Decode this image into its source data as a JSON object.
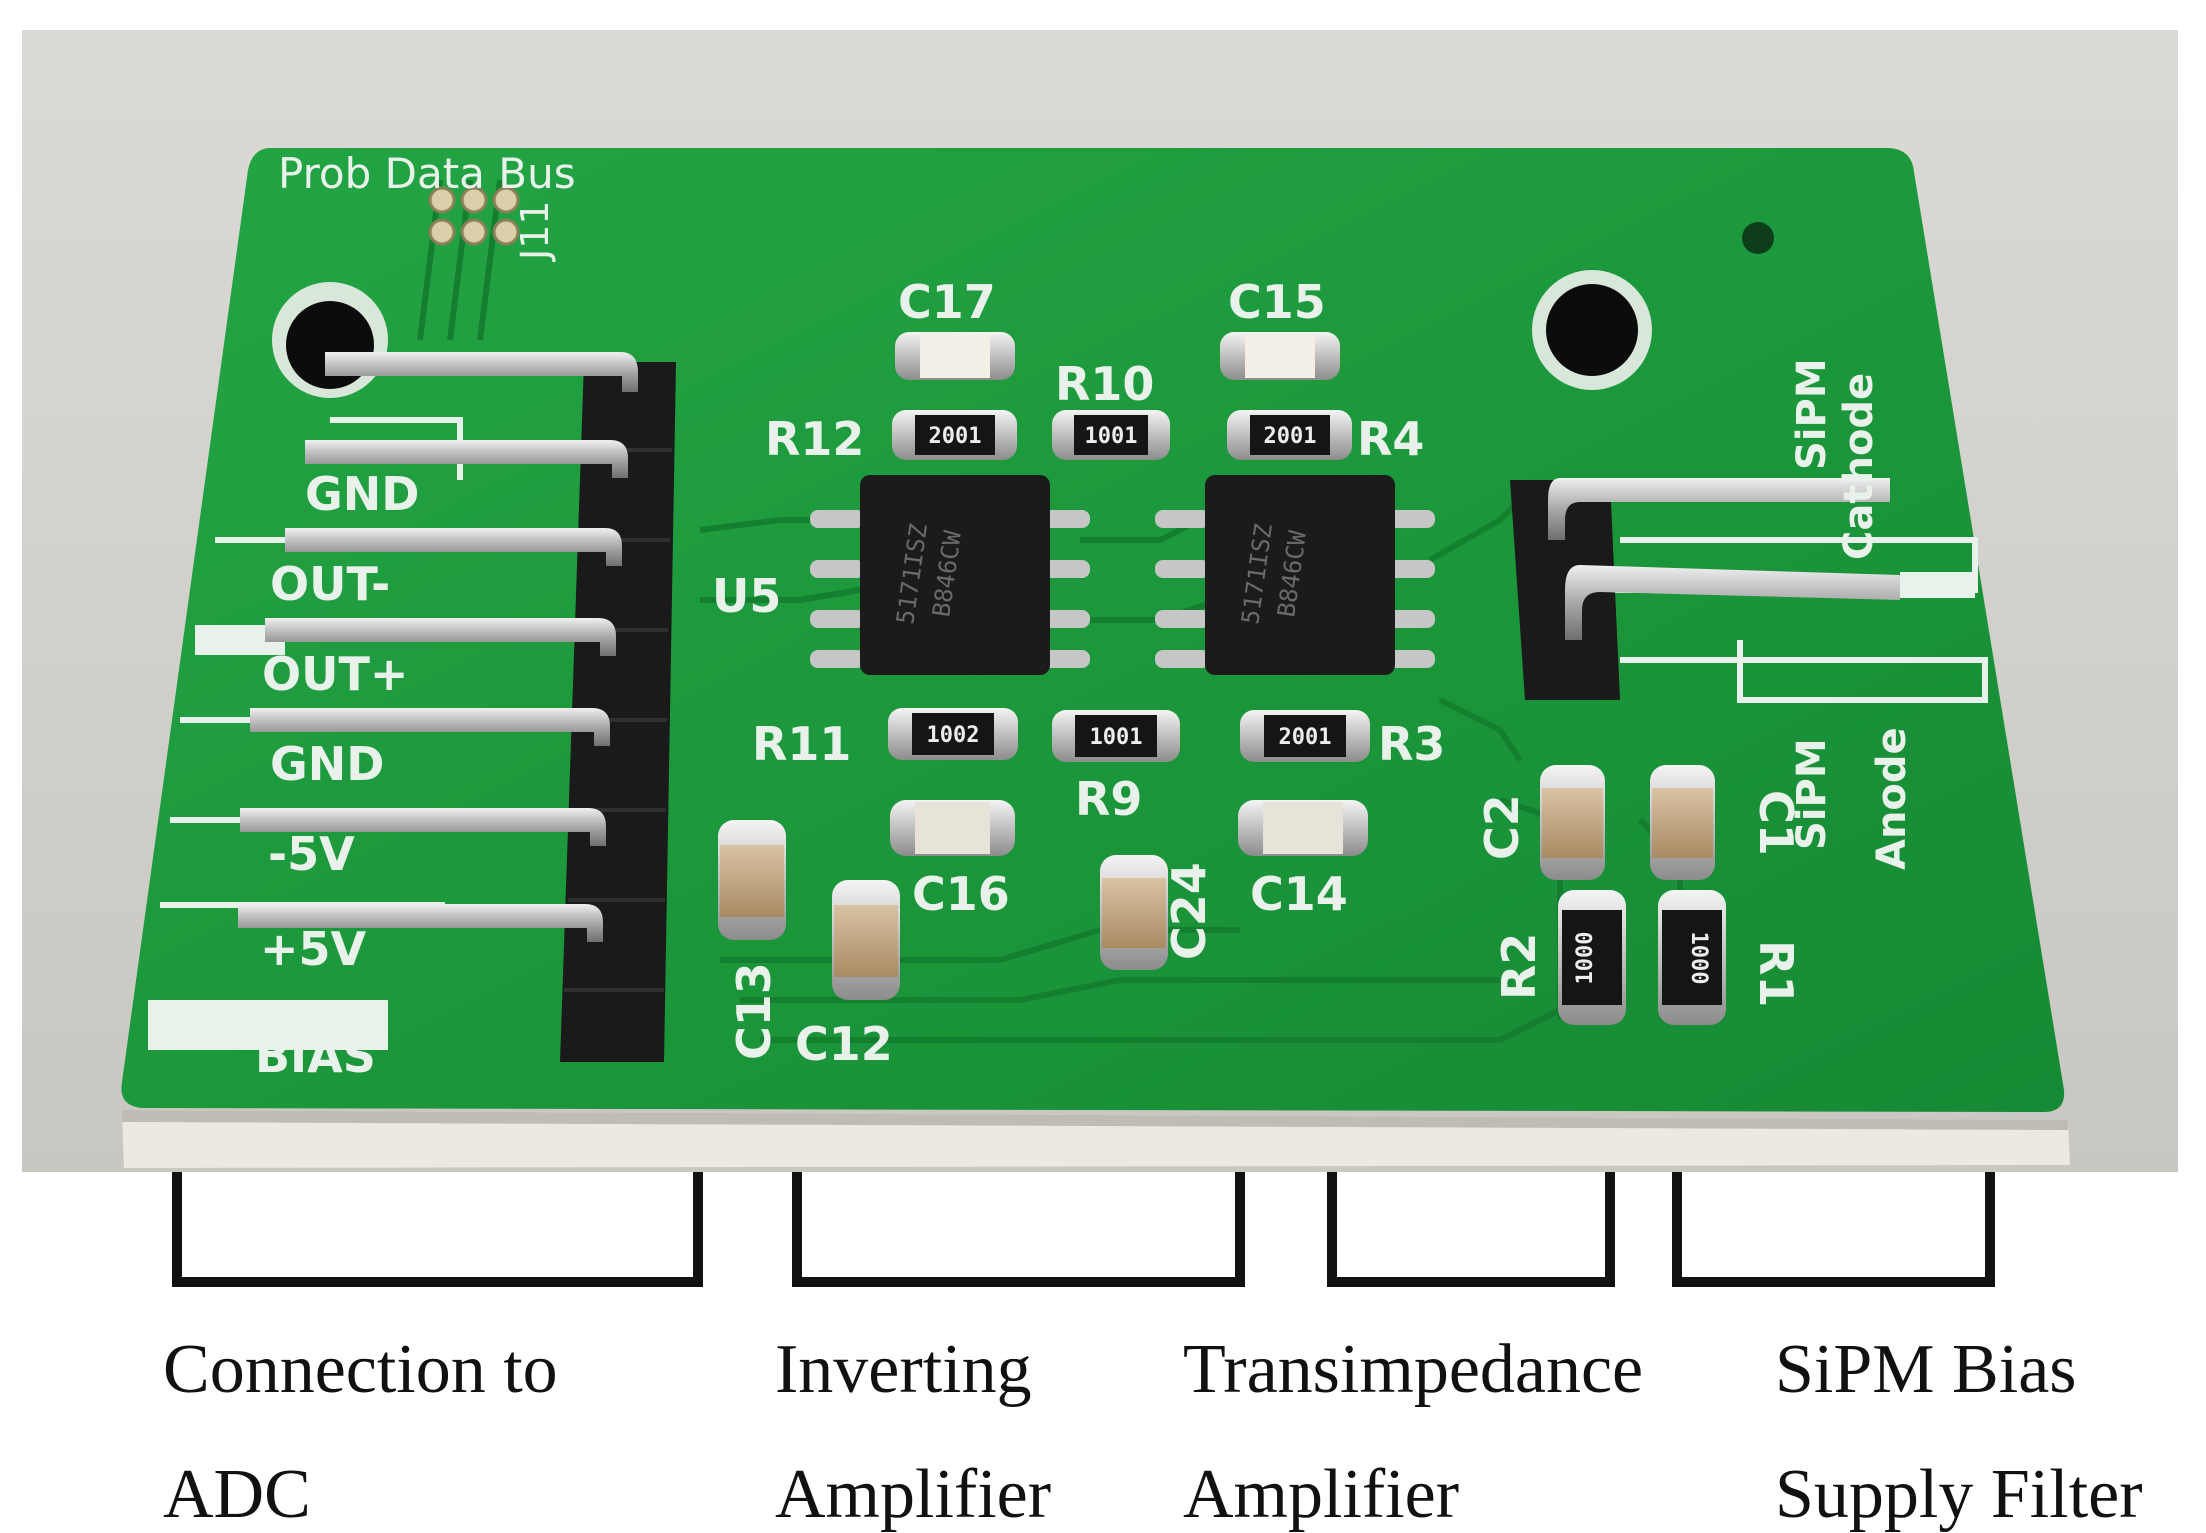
{
  "pcb": {
    "colors": {
      "board": "#1f9a3e",
      "board_dark": "#157a2e",
      "silkscreen": "#e9f2ea",
      "background": "#d8d6d1",
      "edge": "#e8e6e0",
      "chip": "#1b1b1b",
      "pin": "#c9c9c9"
    },
    "silkscreen_labels": {
      "header_title": "Prob Data Bus",
      "j11": "J11",
      "gnd1": "GND",
      "out_minus": "OUT-",
      "out_plus": "OUT+",
      "gnd2": "GND",
      "neg5v": "-5V",
      "pos5v": "+5V",
      "bias": "BIAS",
      "c17": "C17",
      "c15": "C15",
      "r10": "R10",
      "r12": "R12",
      "r4": "R4",
      "u5": "U5",
      "r11": "R11",
      "r9": "R9",
      "r3": "R3",
      "c16": "C16",
      "c24": "C24",
      "c14": "C14",
      "c13": "C13",
      "c12": "C12",
      "c2": "C2",
      "c1": "C1",
      "r2": "R2",
      "r1": "R1",
      "sipm_cathode_line1": "SiPM",
      "sipm_cathode_line2": "Cathode",
      "sipm_anode_line1": "SiPM",
      "sipm_anode_line2": "Anode"
    },
    "resistor_codes": {
      "r12": "2001",
      "r10": "1001",
      "r4": "2001",
      "r11": "1002",
      "r9": "1001",
      "r3": "2001",
      "r2": "1000",
      "r1": "1000"
    },
    "chip_markings": {
      "u5_line1": "5171ISZ",
      "u5_line2": "B846CW",
      "u4_line1": "5171ISZ",
      "u4_line2": "B846CW"
    }
  },
  "captions": {
    "adc_line1": "Connection to",
    "adc_line2": "ADC",
    "inv_line1": "Inverting",
    "inv_line2": "Amplifier",
    "tia_line1": "Transimpedance",
    "tia_line2": "Amplifier",
    "bias_line1": "SiPM Bias",
    "bias_line2": "Supply Filter"
  }
}
